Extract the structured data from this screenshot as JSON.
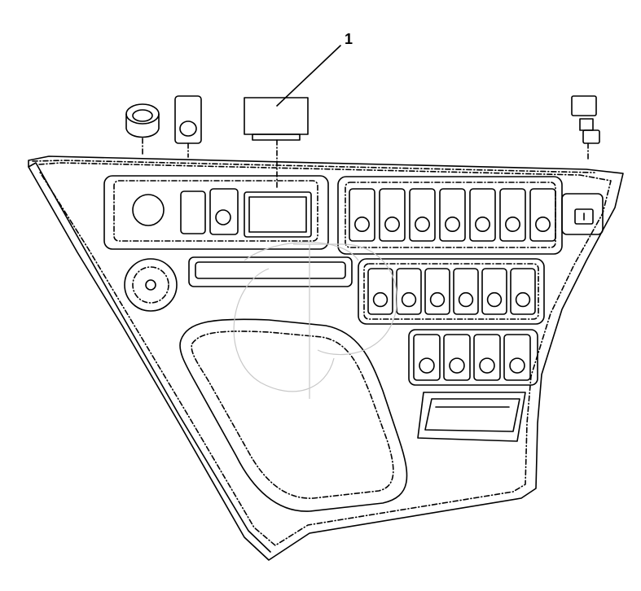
{
  "callouts": [
    {
      "label": "1"
    }
  ],
  "panel": {
    "upper_right_switch_count": 7,
    "middle_switch_count": 6,
    "lower_switch_count": 4
  },
  "colors": {
    "line": "#000000",
    "background": "#ffffff",
    "watermark": "#c8c8c8"
  },
  "watermark_mark": "GP logo"
}
